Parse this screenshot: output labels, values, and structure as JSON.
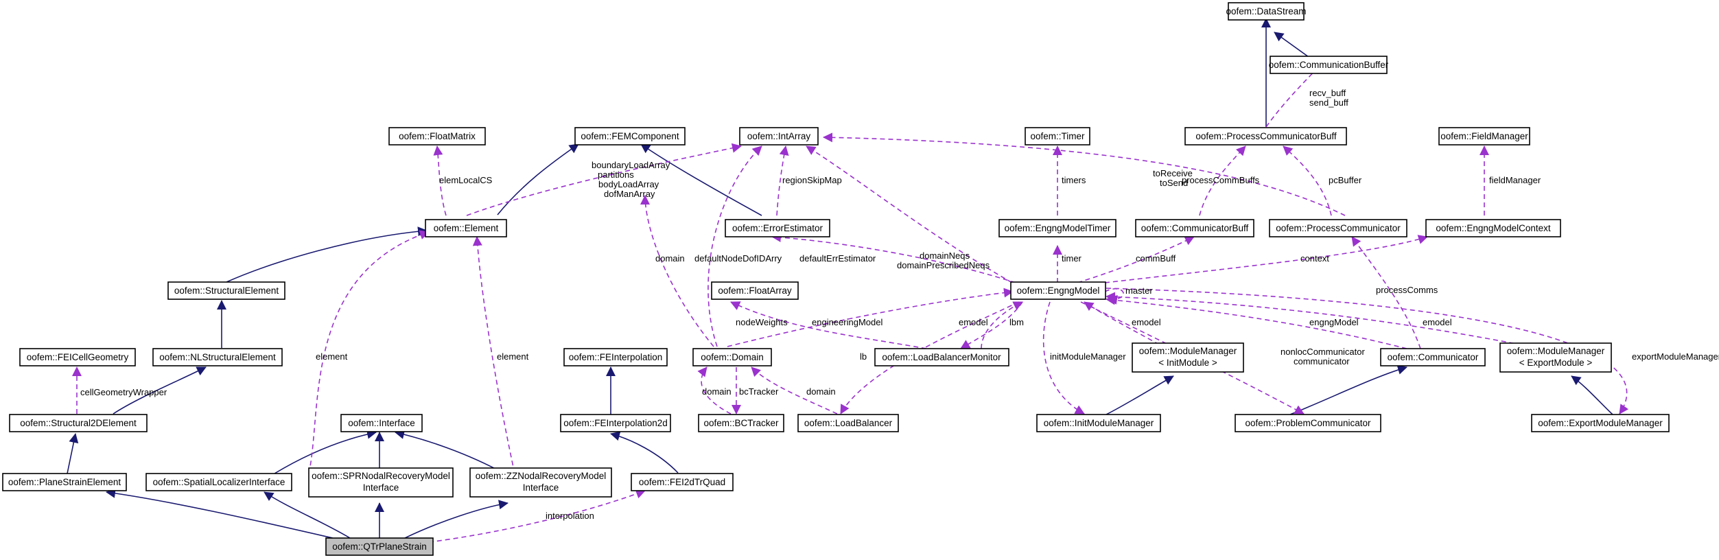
{
  "nodes": {
    "datastream": "oofem::DataStream",
    "communicationbuffer": "oofem::CommunicationBuffer",
    "processcommunicatorbuff": "oofem::ProcessCommunicatorBuff",
    "fieldmanager": "oofem::FieldManager",
    "timer": "oofem::Timer",
    "floatmatrix": "oofem::FloatMatrix",
    "femcomponent": "oofem::FEMComponent",
    "intarray": "oofem::IntArray",
    "element": "oofem::Element",
    "errorestimator": "oofem::ErrorEstimator",
    "engngmodeltimer": "oofem::EngngModelTimer",
    "communicatorbuff": "oofem::CommunicatorBuff",
    "processcommunicator": "oofem::ProcessCommunicator",
    "engngmodelcontext": "oofem::EngngModelContext",
    "structuralelement": "oofem::StructuralElement",
    "floatarray": "oofem::FloatArray",
    "engngmodel": "oofem::EngngModel",
    "feicellgeometry": "oofem::FEICellGeometry",
    "nlstructuralelement": "oofem::NLStructuralElement",
    "feinterpolation": "oofem::FEInterpolation",
    "domain": "oofem::Domain",
    "loadbalancermonitor": "oofem::LoadBalancerMonitor",
    "modulemanager_init_l1": "oofem::ModuleManager",
    "modulemanager_init_l2": "< InitModule >",
    "communicator": "oofem::Communicator",
    "modulemanager_export_l1": "oofem::ModuleManager",
    "modulemanager_export_l2": "< ExportModule >",
    "structural2delement": "oofem::Structural2DElement",
    "interface": "oofem::Interface",
    "feinterpolation2d": "oofem::FEInterpolation2d",
    "bctracker": "oofem::BCTracker",
    "loadbalancer": "oofem::LoadBalancer",
    "initmodulemanager": "oofem::InitModuleManager",
    "problemcommunicator": "oofem::ProblemCommunicator",
    "exportmodulemanager": "oofem::ExportModuleManager",
    "planestrainelement": "oofem::PlaneStrainElement",
    "spatiallocalizerinterface": "oofem::SpatialLocalizerInterface",
    "sprnodal_l1": "oofem::SPRNodalRecoveryModel",
    "sprnodal_l2": "Interface",
    "zznodal_l1": "oofem::ZZNodalRecoveryModel",
    "zznodal_l2": "Interface",
    "fei2dtrquad": "oofem::FEI2dTrQuad",
    "qtrplanestrain": "oofem::QTrPlaneStrain"
  },
  "labels": {
    "recv_buff": "recv_buff",
    "send_buff": "send_buff",
    "processcommbuffs": "processCommBuffs",
    "pcbuffer": "pcBuffer",
    "toreceive": "toReceive",
    "tosend": "toSend",
    "fieldmanager": "fieldManager",
    "timers": "timers",
    "elemlocalcs": "elemLocalCS",
    "boundaryloadarray": "boundaryLoadArray",
    "partitions": "partitions",
    "bodyloadarray": "bodyLoadArray",
    "dofmanarray": "dofManArray",
    "regionskipmap": "regionSkipMap",
    "domainneqs": "domainNeqs",
    "domainprescribedneqs": "domainPrescribedNeqs",
    "domain_top": "domain",
    "defaultnodedofidarry": "defaultNodeDofIDArry",
    "defaulterrestimator": "defaultErrEstimator",
    "timer": "timer",
    "commbuff": "commBuff",
    "context": "context",
    "master": "master",
    "processcomms": "processComms",
    "nodeweights": "nodeWeights",
    "engineeringmodel": "engineeringModel",
    "emodel_lbm": "emodel",
    "lbm": "lbm",
    "emodel_mm": "emodel",
    "engngmodel_lbl": "engngModel",
    "emodel_comm": "emodel",
    "element_left": "element",
    "element_right": "element",
    "cellgeometrywrapper": "cellGeometryWrapper",
    "lb": "lb",
    "initmodulemanager": "initModuleManager",
    "nonloccommunicator": "nonlocCommunicator",
    "communicator": "communicator",
    "exportmodulemanager": "exportModuleManager",
    "domain_bc": "domain",
    "bctracker": "bcTracker",
    "domain_lb": "domain",
    "interpolation": "interpolation"
  }
}
